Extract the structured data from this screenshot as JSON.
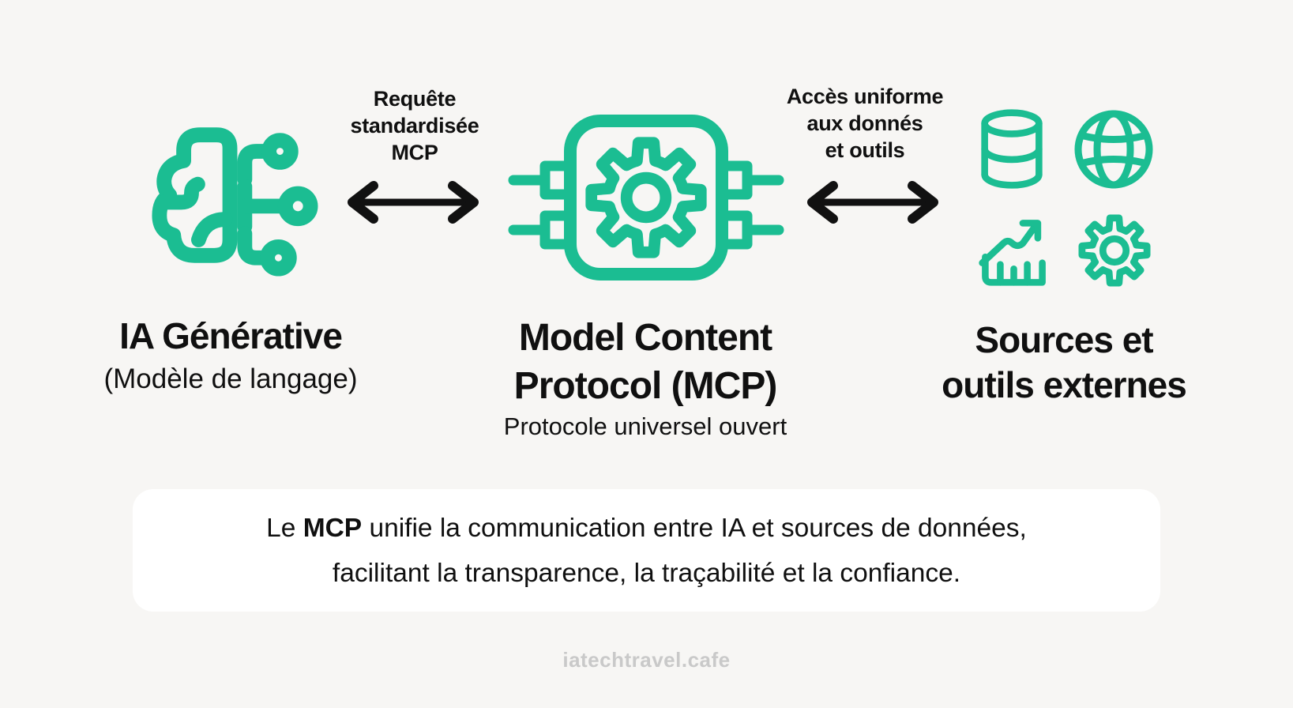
{
  "colors": {
    "background": "#f7f6f4",
    "accent_green": "#1bbd92",
    "text": "#101010",
    "card_background": "#ffffff",
    "footer_text": "#c9c9c9",
    "arrow_black": "#111111"
  },
  "left_node": {
    "icon": "brain-circuit-icon",
    "title": "IA Générative",
    "subtitle": "(Modèle de langage)"
  },
  "center_node": {
    "icon": "chip-gear-icon",
    "title": "Model Content\nProtocol (MCP)",
    "subtitle": "Protocole universel ouvert"
  },
  "right_node": {
    "icons": [
      "database-icon",
      "globe-icon",
      "growth-chart-icon",
      "gear-icon"
    ],
    "title": "Sources et\noutils externes"
  },
  "left_arrow": {
    "icon": "double-arrow-icon",
    "label": "Requête\nstandardisée\nMCP"
  },
  "right_arrow": {
    "icon": "double-arrow-icon",
    "label": "Accès uniforme\naux donnés\net outils"
  },
  "summary": {
    "part1": "Le ",
    "bold": "MCP",
    "part2": " unifie la communication entre IA et sources de données,\nfacilitant la transparence, la traçabilité et la confiance."
  },
  "footer": {
    "watermark": "iatechtravel.cafe"
  }
}
